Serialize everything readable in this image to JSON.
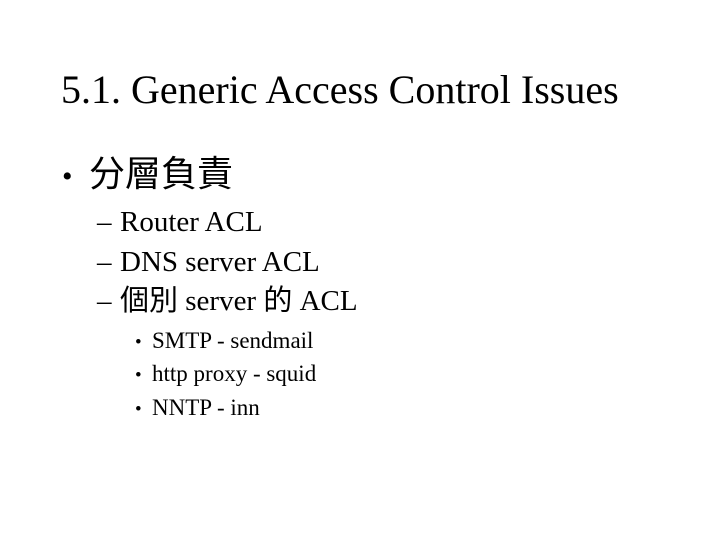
{
  "slide": {
    "background_color": "#ffffff",
    "text_color": "#000000",
    "title": "5.1. Generic Access Control Issues",
    "outline": {
      "l1": {
        "marker": "•",
        "text": "分層負責"
      },
      "l2_items": [
        {
          "marker": "–",
          "text": "Router ACL"
        },
        {
          "marker": "–",
          "text": "DNS server ACL"
        },
        {
          "marker": "–",
          "text": "個別 server 的 ACL"
        }
      ],
      "l3_items": [
        {
          "marker": "•",
          "text": "SMTP - sendmail"
        },
        {
          "marker": "•",
          "text": "http proxy - squid"
        },
        {
          "marker": "•",
          "text": "NNTP - inn"
        }
      ]
    }
  }
}
